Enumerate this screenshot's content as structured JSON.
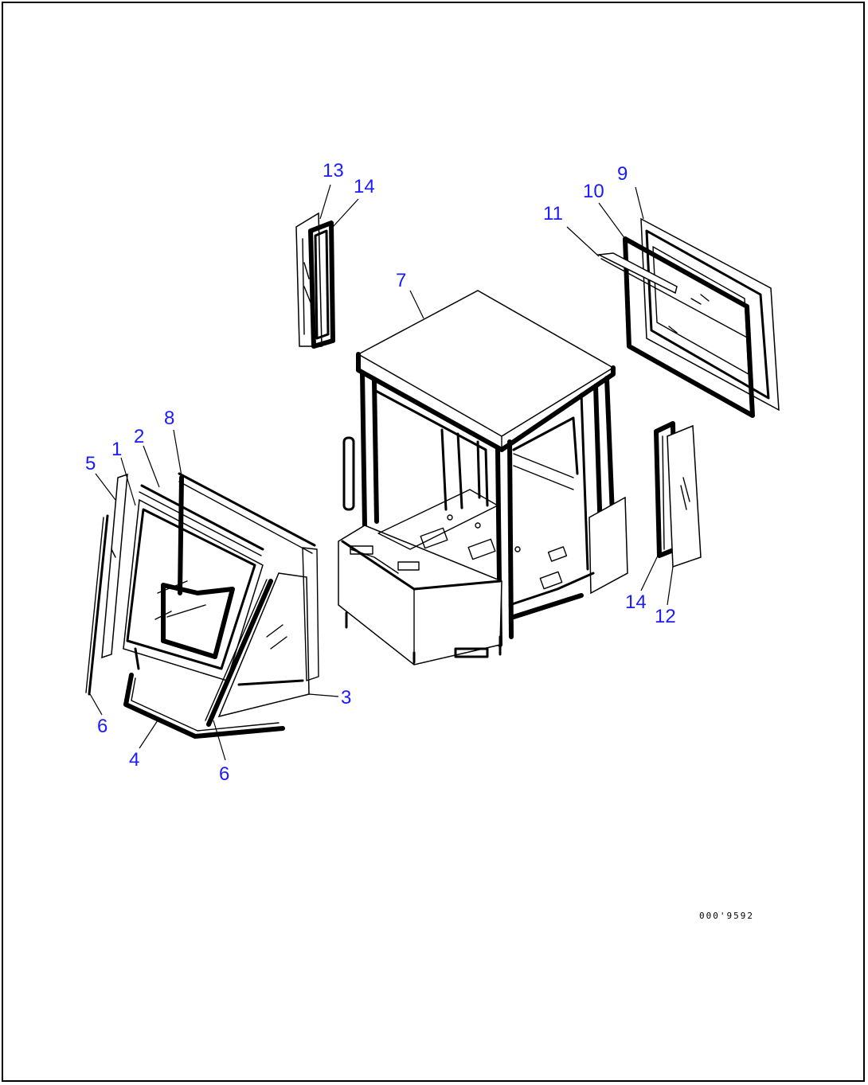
{
  "diagram": {
    "callouts": [
      {
        "id": "c1",
        "text": "1"
      },
      {
        "id": "c2",
        "text": "2"
      },
      {
        "id": "c3",
        "text": "3"
      },
      {
        "id": "c4",
        "text": "4"
      },
      {
        "id": "c5",
        "text": "5"
      },
      {
        "id": "c6a",
        "text": "6"
      },
      {
        "id": "c6b",
        "text": "6"
      },
      {
        "id": "c7",
        "text": "7"
      },
      {
        "id": "c8",
        "text": "8"
      },
      {
        "id": "c9",
        "text": "9"
      },
      {
        "id": "c10",
        "text": "10"
      },
      {
        "id": "c11",
        "text": "11"
      },
      {
        "id": "c12",
        "text": "12"
      },
      {
        "id": "c13",
        "text": "13"
      },
      {
        "id": "c14a",
        "text": "14"
      },
      {
        "id": "c14b",
        "text": "14"
      }
    ],
    "figure_id": "000'9592",
    "callout_color": "#1a1aff"
  }
}
